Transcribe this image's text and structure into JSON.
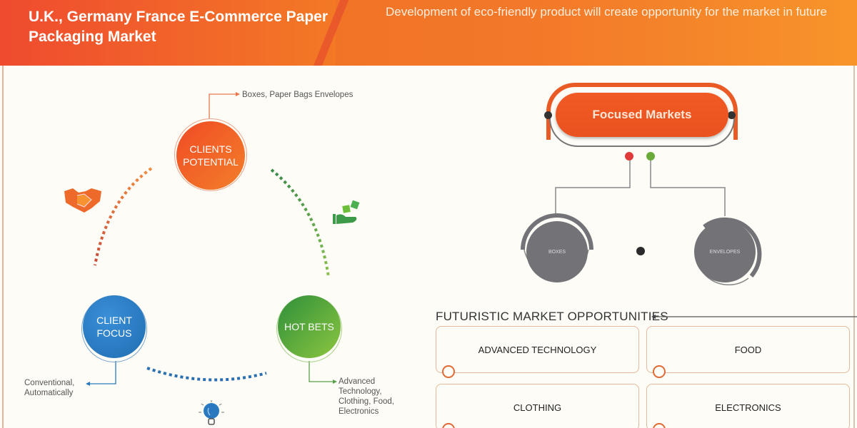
{
  "header": {
    "title": "U.K., Germany France E-Commerce Paper Packaging Market",
    "subtitle": "Development of eco-friendly product will create opportunity for the market in future"
  },
  "cycle": {
    "nodes": [
      {
        "label": "CLIENTS POTENTIAL",
        "color": "#f05a24",
        "note": "Boxes, Paper Bags Envelopes"
      },
      {
        "label": "CLIENT FOCUS",
        "color": "#2a79c0",
        "note": "Conventional, Automatically"
      },
      {
        "label": "HOT BETS",
        "color": "#3a9c3a",
        "note": "Advanced Technology, Clothing, Food, Electronics"
      }
    ],
    "icons": [
      "handshake-icon",
      "dice-hand-icon",
      "lightbulb-icon"
    ]
  },
  "focused_markets": {
    "title": "Focused Markets",
    "items": [
      "BOXES",
      "ENVELOPES"
    ],
    "accent": "#ea5a25"
  },
  "opportunities": {
    "title": "FUTURISTIC MARKET OPPORTUNITIES",
    "items": [
      "ADVANCED TECHNOLOGY",
      "FOOD",
      "CLOTHING",
      "ELECTRONICS"
    ]
  }
}
